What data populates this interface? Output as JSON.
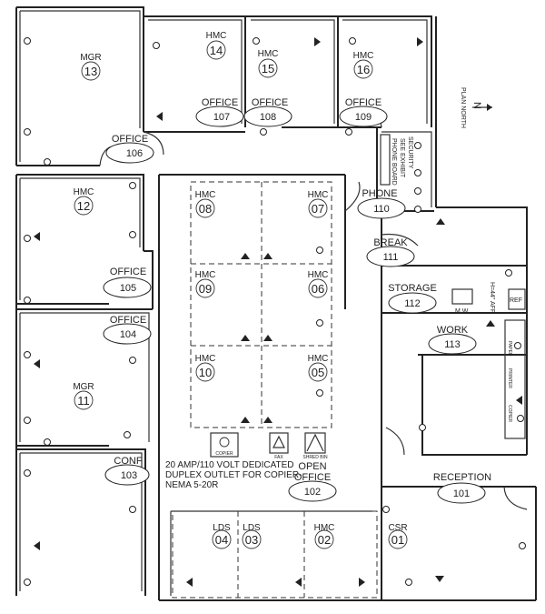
{
  "rooms": [
    {
      "id": "r13",
      "type": "MGR",
      "num": "13",
      "office": "OFFICE",
      "tag": "106"
    },
    {
      "id": "r14",
      "type": "HMC",
      "num": "14",
      "office": "OFFICE",
      "tag": "107"
    },
    {
      "id": "r15",
      "type": "HMC",
      "num": "15",
      "office": "OFFICE",
      "tag": "108"
    },
    {
      "id": "r16",
      "type": "HMC",
      "num": "16",
      "office": "OFFICE",
      "tag": "109"
    },
    {
      "id": "r12",
      "type": "HMC",
      "num": "12",
      "office": "OFFICE",
      "tag": "105"
    },
    {
      "id": "r11",
      "type": "MGR",
      "num": "11",
      "office": "OFFICE",
      "tag": "104"
    },
    {
      "id": "conf",
      "type": "",
      "num": "",
      "office": "CONF",
      "tag": "103"
    }
  ],
  "workstations": [
    {
      "type": "HMC",
      "num": "08"
    },
    {
      "type": "HMC",
      "num": "07"
    },
    {
      "type": "HMC",
      "num": "09"
    },
    {
      "type": "HMC",
      "num": "06"
    },
    {
      "type": "HMC",
      "num": "10"
    },
    {
      "type": "HMC",
      "num": "05"
    },
    {
      "type": "LDS",
      "num": "04"
    },
    {
      "type": "LDS",
      "num": "03"
    },
    {
      "type": "HMC",
      "num": "02"
    },
    {
      "type": "CSR",
      "num": "01"
    }
  ],
  "spaces": {
    "phone": {
      "label": "PHONE",
      "tag": "110"
    },
    "phone_board": "PHONE BOARD",
    "phone_board_note": "SEE EXHIBIT",
    "security": "SECURITY",
    "break": {
      "label": "BREAK",
      "tag": "111"
    },
    "storage": {
      "label": "STORAGE",
      "tag": "112"
    },
    "mw": "M.W.",
    "ref": "REF",
    "aff": "H=44\" AFF",
    "work": {
      "label": "WORK",
      "tag": "113"
    },
    "open_office": {
      "label1": "OPEN",
      "label2": "OFFICE",
      "tag": "102"
    },
    "reception": {
      "label": "RECEPTION",
      "tag": "101"
    }
  },
  "equipment": {
    "copier": "COPIER",
    "fax": "FAX",
    "shredder": "SHRED BIN",
    "paper": "PAPER",
    "printer": "PRINTER",
    "copier2": "COPIER"
  },
  "note": {
    "line1": "20 AMP/110 VOLT DEDICATED",
    "line2": "DUPLEX OUTLET FOR COPIER-",
    "line3": "NEMA 5-20R"
  },
  "north": {
    "letter": "N",
    "caption": "PLAN NORTH"
  }
}
